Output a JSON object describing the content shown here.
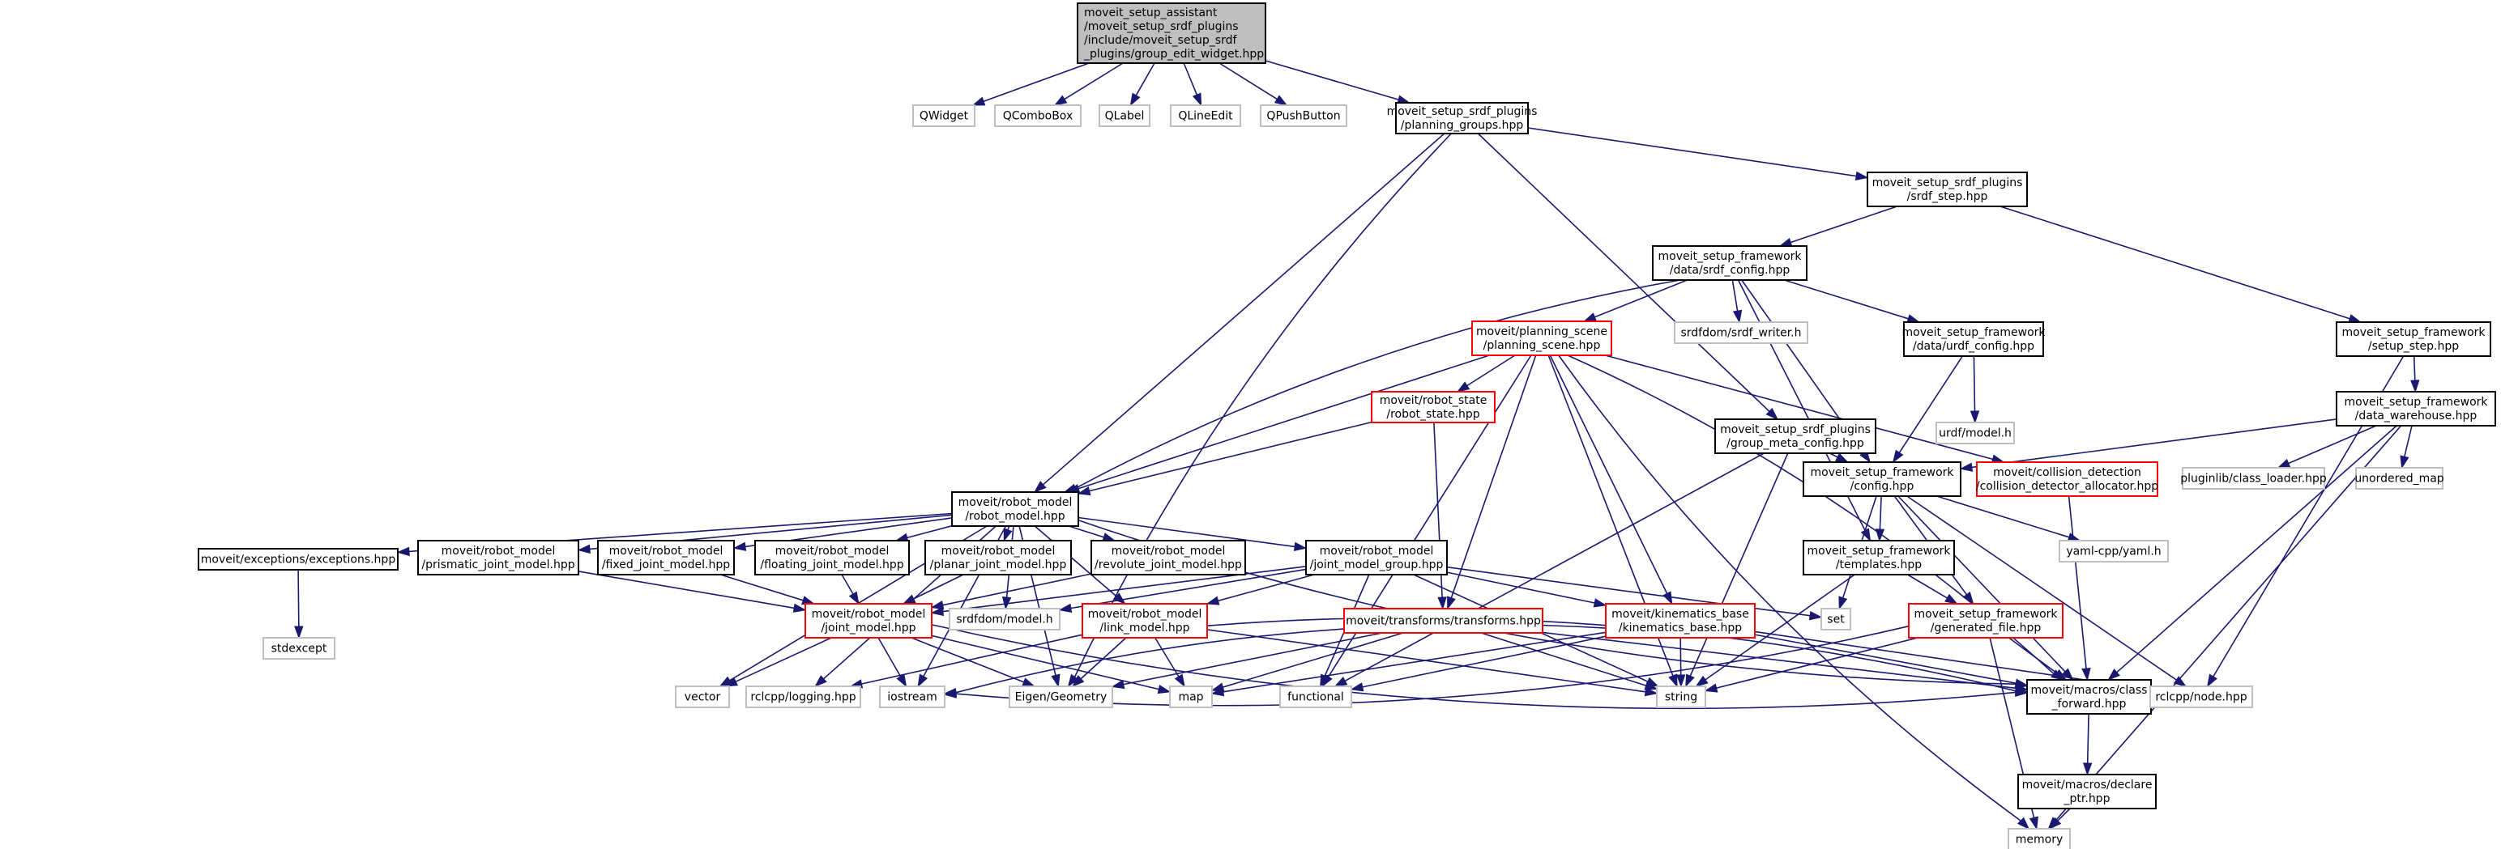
{
  "title": "Include dependency graph for group_edit_widget.hpp",
  "colors": {
    "edge": "#191970",
    "root_fill": "#bfbfbf",
    "normal_border": "#000000",
    "external_border": "#bfbfbf",
    "truncated_border": "#ff0000"
  },
  "nodes": [
    {
      "id": "root",
      "kind": "root",
      "lines": [
        "moveit_setup_assistant",
        "/moveit_setup_srdf_plugins",
        "/include/moveit_setup_srdf",
        "_plugins/group_edit_widget.hpp"
      ]
    },
    {
      "id": "qwidget",
      "kind": "external",
      "lines": [
        "QWidget"
      ]
    },
    {
      "id": "qcombobox",
      "kind": "external",
      "lines": [
        "QComboBox"
      ]
    },
    {
      "id": "qlabel",
      "kind": "external",
      "lines": [
        "QLabel"
      ]
    },
    {
      "id": "qlineedit",
      "kind": "external",
      "lines": [
        "QLineEdit"
      ]
    },
    {
      "id": "qpushbutton",
      "kind": "external",
      "lines": [
        "QPushButton"
      ]
    },
    {
      "id": "planning_groups",
      "kind": "normal",
      "lines": [
        "moveit_setup_srdf_plugins",
        "/planning_groups.hpp"
      ]
    },
    {
      "id": "srdf_step",
      "kind": "normal",
      "lines": [
        "moveit_setup_srdf_plugins",
        "/srdf_step.hpp"
      ]
    },
    {
      "id": "srdf_config",
      "kind": "normal",
      "lines": [
        "moveit_setup_framework",
        "/data/srdf_config.hpp"
      ]
    },
    {
      "id": "setup_step",
      "kind": "normal",
      "lines": [
        "moveit_setup_framework",
        "/setup_step.hpp"
      ]
    },
    {
      "id": "planning_scene",
      "kind": "truncated",
      "lines": [
        "moveit/planning_scene",
        "/planning_scene.hpp"
      ]
    },
    {
      "id": "srdf_writer",
      "kind": "external",
      "lines": [
        "srdfdom/srdf_writer.h"
      ]
    },
    {
      "id": "urdf_config",
      "kind": "normal",
      "lines": [
        "moveit_setup_framework",
        "/data/urdf_config.hpp"
      ]
    },
    {
      "id": "data_warehouse",
      "kind": "normal",
      "lines": [
        "moveit_setup_framework",
        "/data_warehouse.hpp"
      ]
    },
    {
      "id": "robot_state",
      "kind": "truncated",
      "lines": [
        "moveit/robot_state",
        "/robot_state.hpp"
      ]
    },
    {
      "id": "group_meta_config",
      "kind": "normal",
      "lines": [
        "moveit_setup_srdf_plugins",
        "/group_meta_config.hpp"
      ]
    },
    {
      "id": "urdf_model",
      "kind": "external",
      "lines": [
        "urdf/model.h"
      ]
    },
    {
      "id": "robot_model",
      "kind": "normal",
      "lines": [
        "moveit/robot_model",
        "/robot_model.hpp"
      ]
    },
    {
      "id": "config",
      "kind": "normal",
      "lines": [
        "moveit_setup_framework",
        "/config.hpp"
      ]
    },
    {
      "id": "collision_alloc",
      "kind": "truncated",
      "lines": [
        "moveit/collision_detection",
        "/collision_detector_allocator.hpp"
      ]
    },
    {
      "id": "class_loader",
      "kind": "external",
      "lines": [
        "pluginlib/class_loader.hpp"
      ]
    },
    {
      "id": "unordered_map",
      "kind": "external",
      "lines": [
        "unordered_map"
      ]
    },
    {
      "id": "exceptions",
      "kind": "normal",
      "lines": [
        "moveit/exceptions/exceptions.hpp"
      ]
    },
    {
      "id": "prismatic",
      "kind": "normal",
      "lines": [
        "moveit/robot_model",
        "/prismatic_joint_model.hpp"
      ]
    },
    {
      "id": "fixed",
      "kind": "normal",
      "lines": [
        "moveit/robot_model",
        "/fixed_joint_model.hpp"
      ]
    },
    {
      "id": "floating",
      "kind": "normal",
      "lines": [
        "moveit/robot_model",
        "/floating_joint_model.hpp"
      ]
    },
    {
      "id": "planar",
      "kind": "normal",
      "lines": [
        "moveit/robot_model",
        "/planar_joint_model.hpp"
      ]
    },
    {
      "id": "revolute",
      "kind": "normal",
      "lines": [
        "moveit/robot_model",
        "/revolute_joint_model.hpp"
      ]
    },
    {
      "id": "jmg",
      "kind": "normal",
      "lines": [
        "moveit/robot_model",
        "/joint_model_group.hpp"
      ]
    },
    {
      "id": "templates",
      "kind": "normal",
      "lines": [
        "moveit_setup_framework",
        "/templates.hpp"
      ]
    },
    {
      "id": "yaml",
      "kind": "external",
      "lines": [
        "yaml-cpp/yaml.h"
      ]
    },
    {
      "id": "stdexcept",
      "kind": "external",
      "lines": [
        "stdexcept"
      ]
    },
    {
      "id": "joint_model",
      "kind": "truncated",
      "lines": [
        "moveit/robot_model",
        "/joint_model.hpp"
      ]
    },
    {
      "id": "srdf_model",
      "kind": "external",
      "lines": [
        "srdfdom/model.h"
      ]
    },
    {
      "id": "link_model",
      "kind": "truncated",
      "lines": [
        "moveit/robot_model",
        "/link_model.hpp"
      ]
    },
    {
      "id": "transforms",
      "kind": "truncated",
      "lines": [
        "moveit/transforms/transforms.hpp"
      ]
    },
    {
      "id": "kinematics_base",
      "kind": "truncated",
      "lines": [
        "moveit/kinematics_base",
        "/kinematics_base.hpp"
      ]
    },
    {
      "id": "set",
      "kind": "external",
      "lines": [
        "set"
      ]
    },
    {
      "id": "generated_file",
      "kind": "truncated",
      "lines": [
        "moveit_setup_framework",
        "/generated_file.hpp"
      ]
    },
    {
      "id": "vector",
      "kind": "external",
      "lines": [
        "vector"
      ]
    },
    {
      "id": "logging",
      "kind": "external",
      "lines": [
        "rclcpp/logging.hpp"
      ]
    },
    {
      "id": "iostream",
      "kind": "external",
      "lines": [
        "iostream"
      ]
    },
    {
      "id": "eigen",
      "kind": "external",
      "lines": [
        "Eigen/Geometry"
      ]
    },
    {
      "id": "map",
      "kind": "external",
      "lines": [
        "map"
      ]
    },
    {
      "id": "functional",
      "kind": "external",
      "lines": [
        "functional"
      ]
    },
    {
      "id": "string",
      "kind": "external",
      "lines": [
        "string"
      ]
    },
    {
      "id": "class_forward",
      "kind": "normal",
      "lines": [
        "moveit/macros/class",
        "_forward.hpp"
      ]
    },
    {
      "id": "node",
      "kind": "external",
      "lines": [
        "rclcpp/node.hpp"
      ]
    },
    {
      "id": "declare_ptr",
      "kind": "normal",
      "lines": [
        "moveit/macros/declare",
        "_ptr.hpp"
      ]
    },
    {
      "id": "memory",
      "kind": "external",
      "lines": [
        "memory"
      ]
    }
  ],
  "edges": [
    [
      "root",
      "qwidget"
    ],
    [
      "root",
      "qcombobox"
    ],
    [
      "root",
      "qlabel"
    ],
    [
      "root",
      "qlineedit"
    ],
    [
      "root",
      "qpushbutton"
    ],
    [
      "root",
      "planning_groups"
    ],
    [
      "planning_groups",
      "srdf_step"
    ],
    [
      "planning_groups",
      "robot_model"
    ],
    [
      "planning_groups",
      "group_meta_config"
    ],
    [
      "planning_groups",
      "eigen"
    ],
    [
      "srdf_step",
      "srdf_config"
    ],
    [
      "srdf_step",
      "setup_step"
    ],
    [
      "srdf_config",
      "planning_scene"
    ],
    [
      "srdf_config",
      "srdf_writer"
    ],
    [
      "srdf_config",
      "urdf_config"
    ],
    [
      "srdf_config",
      "robot_model"
    ],
    [
      "srdf_config",
      "config"
    ],
    [
      "srdf_config",
      "templates"
    ],
    [
      "setup_step",
      "data_warehouse"
    ],
    [
      "setup_step",
      "node"
    ],
    [
      "urdf_config",
      "urdf_model"
    ],
    [
      "urdf_config",
      "config"
    ],
    [
      "data_warehouse",
      "config"
    ],
    [
      "data_warehouse",
      "class_loader"
    ],
    [
      "data_warehouse",
      "unordered_map"
    ],
    [
      "data_warehouse",
      "class_forward"
    ],
    [
      "data_warehouse",
      "memory"
    ],
    [
      "planning_scene",
      "robot_state"
    ],
    [
      "planning_scene",
      "robot_model"
    ],
    [
      "planning_scene",
      "collision_alloc"
    ],
    [
      "planning_scene",
      "transforms"
    ],
    [
      "planning_scene",
      "kinematics_base"
    ],
    [
      "planning_scene",
      "class_forward"
    ],
    [
      "planning_scene",
      "functional"
    ],
    [
      "planning_scene",
      "string"
    ],
    [
      "planning_scene",
      "memory"
    ],
    [
      "robot_state",
      "robot_model"
    ],
    [
      "robot_state",
      "transforms"
    ],
    [
      "group_meta_config",
      "config"
    ],
    [
      "group_meta_config",
      "string"
    ],
    [
      "group_meta_config",
      "functional"
    ],
    [
      "robot_model",
      "exceptions"
    ],
    [
      "robot_model",
      "prismatic"
    ],
    [
      "robot_model",
      "fixed"
    ],
    [
      "robot_model",
      "floating"
    ],
    [
      "robot_model",
      "planar"
    ],
    [
      "robot_model",
      "revolute"
    ],
    [
      "robot_model",
      "jmg"
    ],
    [
      "robot_model",
      "link_model"
    ],
    [
      "robot_model",
      "vector"
    ],
    [
      "robot_model",
      "logging"
    ],
    [
      "robot_model",
      "iostream"
    ],
    [
      "robot_model",
      "eigen"
    ],
    [
      "robot_model",
      "class_forward"
    ],
    [
      "robot_model",
      "srdf_model"
    ],
    [
      "config",
      "templates"
    ],
    [
      "config",
      "generated_file"
    ],
    [
      "config",
      "yaml"
    ],
    [
      "config",
      "set"
    ],
    [
      "config",
      "class_forward"
    ],
    [
      "config",
      "node"
    ],
    [
      "collision_alloc",
      "class_forward"
    ],
    [
      "exceptions",
      "stdexcept"
    ],
    [
      "prismatic",
      "joint_model"
    ],
    [
      "fixed",
      "joint_model"
    ],
    [
      "floating",
      "joint_model"
    ],
    [
      "planar",
      "joint_model"
    ],
    [
      "revolute",
      "joint_model"
    ],
    [
      "jmg",
      "joint_model"
    ],
    [
      "jmg",
      "srdf_model"
    ],
    [
      "jmg",
      "kinematics_base"
    ],
    [
      "jmg",
      "set"
    ],
    [
      "jmg",
      "functional"
    ],
    [
      "jmg",
      "string"
    ],
    [
      "jmg",
      "link_model"
    ],
    [
      "templates",
      "generated_file"
    ],
    [
      "templates",
      "string"
    ],
    [
      "joint_model",
      "vector"
    ],
    [
      "joint_model",
      "iostream"
    ],
    [
      "joint_model",
      "eigen"
    ],
    [
      "joint_model",
      "map"
    ],
    [
      "joint_model",
      "class_forward"
    ],
    [
      "link_model",
      "eigen"
    ],
    [
      "link_model",
      "map"
    ],
    [
      "link_model",
      "class_forward"
    ],
    [
      "link_model",
      "string"
    ],
    [
      "link_model",
      "logging"
    ],
    [
      "transforms",
      "eigen"
    ],
    [
      "transforms",
      "map"
    ],
    [
      "transforms",
      "class_forward"
    ],
    [
      "transforms",
      "string"
    ],
    [
      "kinematics_base",
      "string"
    ],
    [
      "kinematics_base",
      "map"
    ],
    [
      "kinematics_base",
      "iostream"
    ],
    [
      "kinematics_base",
      "class_forward"
    ],
    [
      "kinematics_base",
      "functional"
    ],
    [
      "kinematics_base",
      "node"
    ],
    [
      "generated_file",
      "class_forward"
    ],
    [
      "generated_file",
      "string"
    ],
    [
      "generated_file",
      "memory"
    ],
    [
      "generated_file",
      "iostream"
    ],
    [
      "class_forward",
      "declare_ptr"
    ],
    [
      "declare_ptr",
      "memory"
    ]
  ]
}
